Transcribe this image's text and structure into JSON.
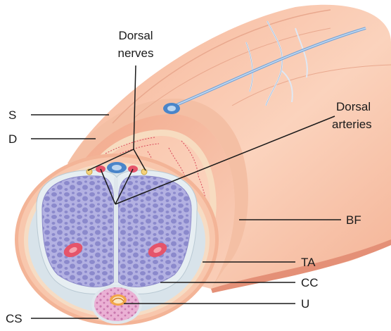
{
  "diagram": {
    "labels": {
      "dorsal_nerves_line1": "Dorsal",
      "dorsal_nerves_line2": "nerves",
      "dorsal_arteries_line1": "Dorsal",
      "dorsal_arteries_line2": "arteries",
      "s": "S",
      "d": "D",
      "bf": "BF",
      "ta": "TA",
      "cc": "CC",
      "u": "U",
      "cs": "CS"
    },
    "colors": {
      "skin_outer": "#f9c9b0",
      "skin_mid": "#f5b69a",
      "skin_dark": "#e8957a",
      "dartos": "#f6d6b4",
      "tunica": "#e4ecf0",
      "erectile": "#a9a7db",
      "sinus": "#8a88c9",
      "spongiosum": "#e7a6cf",
      "artery": "#e5546a",
      "vein": "#4a85c9"
    }
  }
}
